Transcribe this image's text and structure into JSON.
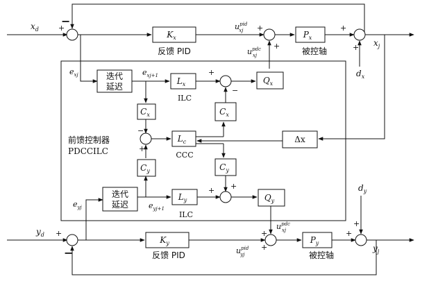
{
  "blocks": {
    "kx": {
      "label": "K",
      "sub": "x",
      "caption": "反馈 PID"
    },
    "px": {
      "label": "P",
      "sub": "x",
      "caption": "被控轴"
    },
    "ky": {
      "label": "K",
      "sub": "y",
      "caption": "反馈 PID"
    },
    "py": {
      "label": "P",
      "sub": "y",
      "caption": "被控轴"
    },
    "delay_x": {
      "line1": "迭代",
      "line2": "延迟"
    },
    "delay_y": {
      "line1": "迭代",
      "line2": "延迟"
    },
    "lx": {
      "label": "L",
      "sub": "x",
      "caption": "ILC"
    },
    "ly": {
      "label": "L",
      "sub": "y",
      "caption": "ILC"
    },
    "lc": {
      "label": "L",
      "sub": "c",
      "caption": "CCC"
    },
    "qx": {
      "label": "Q",
      "sub": "x"
    },
    "qy": {
      "label": "Q",
      "sub": "y"
    },
    "cx_left": {
      "label": "C",
      "sub": "x"
    },
    "cx_right": {
      "label": "C",
      "sub": "x"
    },
    "cy_left": {
      "label": "C",
      "sub": "y"
    },
    "cy_right": {
      "label": "C",
      "sub": "y"
    },
    "dx_block": {
      "label": "Δx"
    }
  },
  "controller": {
    "line1": "前馈控制器",
    "line2": "PDCCILC"
  },
  "signals": {
    "xd": {
      "label": "x",
      "sub": "d"
    },
    "yd": {
      "label": "y",
      "sub": "d"
    },
    "xj": {
      "label": "x",
      "sub": "j"
    },
    "yj": {
      "label": "y",
      "sub": "j"
    },
    "dx": {
      "label": "d",
      "sub": "x"
    },
    "dy": {
      "label": "d",
      "sub": "y"
    },
    "exj": {
      "label": "e",
      "sub": "xj"
    },
    "exj1": {
      "label": "e",
      "sub": "xj+1"
    },
    "eyj": {
      "label": "e",
      "sub": "yj"
    },
    "eyj1": {
      "label": "e",
      "sub": "yj+1"
    },
    "upid_x": {
      "label": "u",
      "sub": "xj",
      "sup": "pid"
    },
    "upid_y": {
      "label": "u",
      "sub": "yj",
      "sup": "pid"
    },
    "updc_x": {
      "label": "u",
      "sub": "xj",
      "sup": "pdc"
    },
    "updc_y": {
      "label": "u",
      "sub": "xj",
      "sup": "pdc"
    }
  },
  "signs": {
    "plus": "+",
    "minus": "−",
    "minus_bold": "−"
  }
}
